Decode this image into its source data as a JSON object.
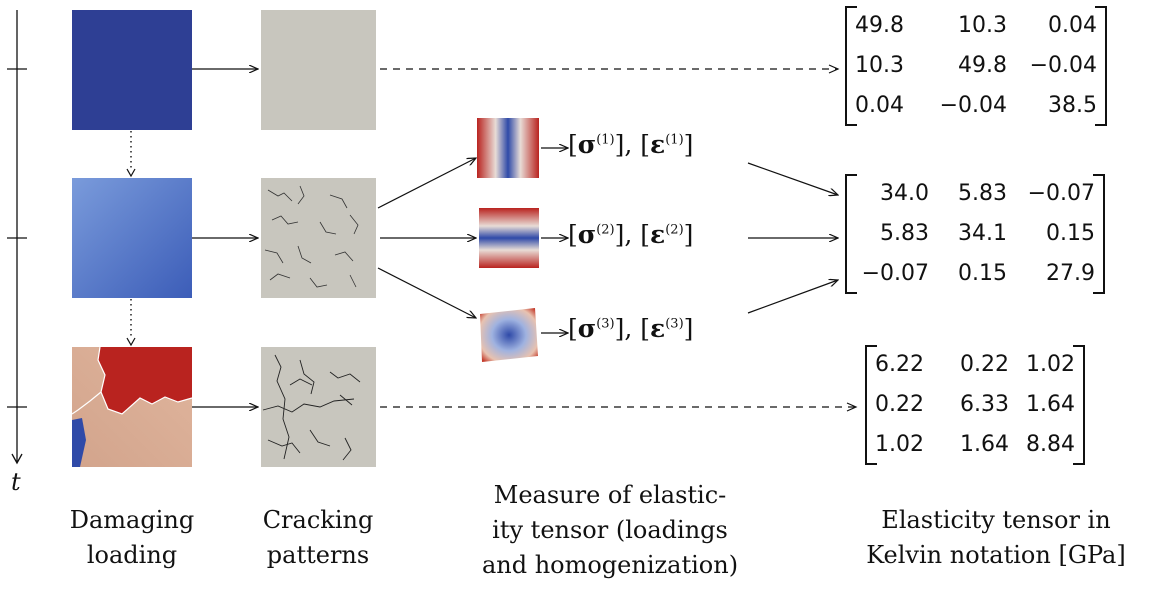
{
  "time_axis": {
    "label": "t"
  },
  "captions": {
    "damaging": [
      "Damaging",
      "loading"
    ],
    "cracking": [
      "Cracking",
      "patterns"
    ],
    "measure": [
      "Measure of elastic-",
      "ity tensor (loadings",
      "and homogenization)"
    ],
    "tensor": [
      "Elasticity tensor in",
      "Kelvin notation [GPa]"
    ]
  },
  "measurements": [
    {
      "sigma": "σ",
      "eps": "ε",
      "index": "(1)"
    },
    {
      "sigma": "σ",
      "eps": "ε",
      "index": "(2)"
    },
    {
      "sigma": "σ",
      "eps": "ε",
      "index": "(3)"
    }
  ],
  "matrices": [
    [
      [
        "49.8",
        "10.3",
        "0.04"
      ],
      [
        "10.3",
        "49.8",
        "−0.04"
      ],
      [
        "0.04",
        "−0.04",
        "38.5"
      ]
    ],
    [
      [
        "34.0",
        "5.83",
        "−0.07"
      ],
      [
        "5.83",
        "34.1",
        "0.15"
      ],
      [
        "−0.07",
        "0.15",
        "27.9"
      ]
    ],
    [
      [
        "6.22",
        "0.22",
        "1.02"
      ],
      [
        "0.22",
        "6.33",
        "1.64"
      ],
      [
        "1.02",
        "1.64",
        "8.84"
      ]
    ]
  ],
  "colors": {
    "undamaged_blue": "#2e3f94",
    "mid_blue": "#6a8bd1",
    "damaged_red": "#b9231f",
    "crack_bg": "#c8c6be"
  }
}
